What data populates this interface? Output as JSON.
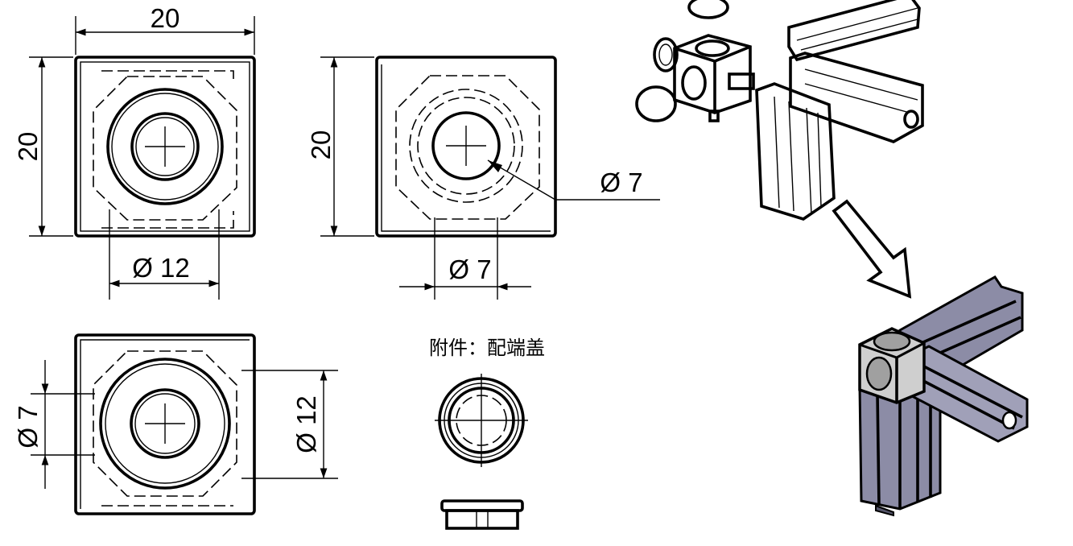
{
  "views": {
    "front": {
      "width_label": "20",
      "height_label": "20",
      "bottom_diameter_label": "Ø 12"
    },
    "side": {
      "height_label": "20",
      "bottom_diameter_label": "Ø 7",
      "leader_diameter_label": "Ø 7"
    },
    "top": {
      "left_diameter_label": "Ø 7",
      "right_diameter_label": "Ø 12"
    }
  },
  "accessory": {
    "caption": "附件：配端盖"
  },
  "colors": {
    "line": "#000000",
    "profile_fill": "#8c8ca6",
    "profile_dark": "#55556a",
    "cube_fill": "#a0a0a0"
  }
}
